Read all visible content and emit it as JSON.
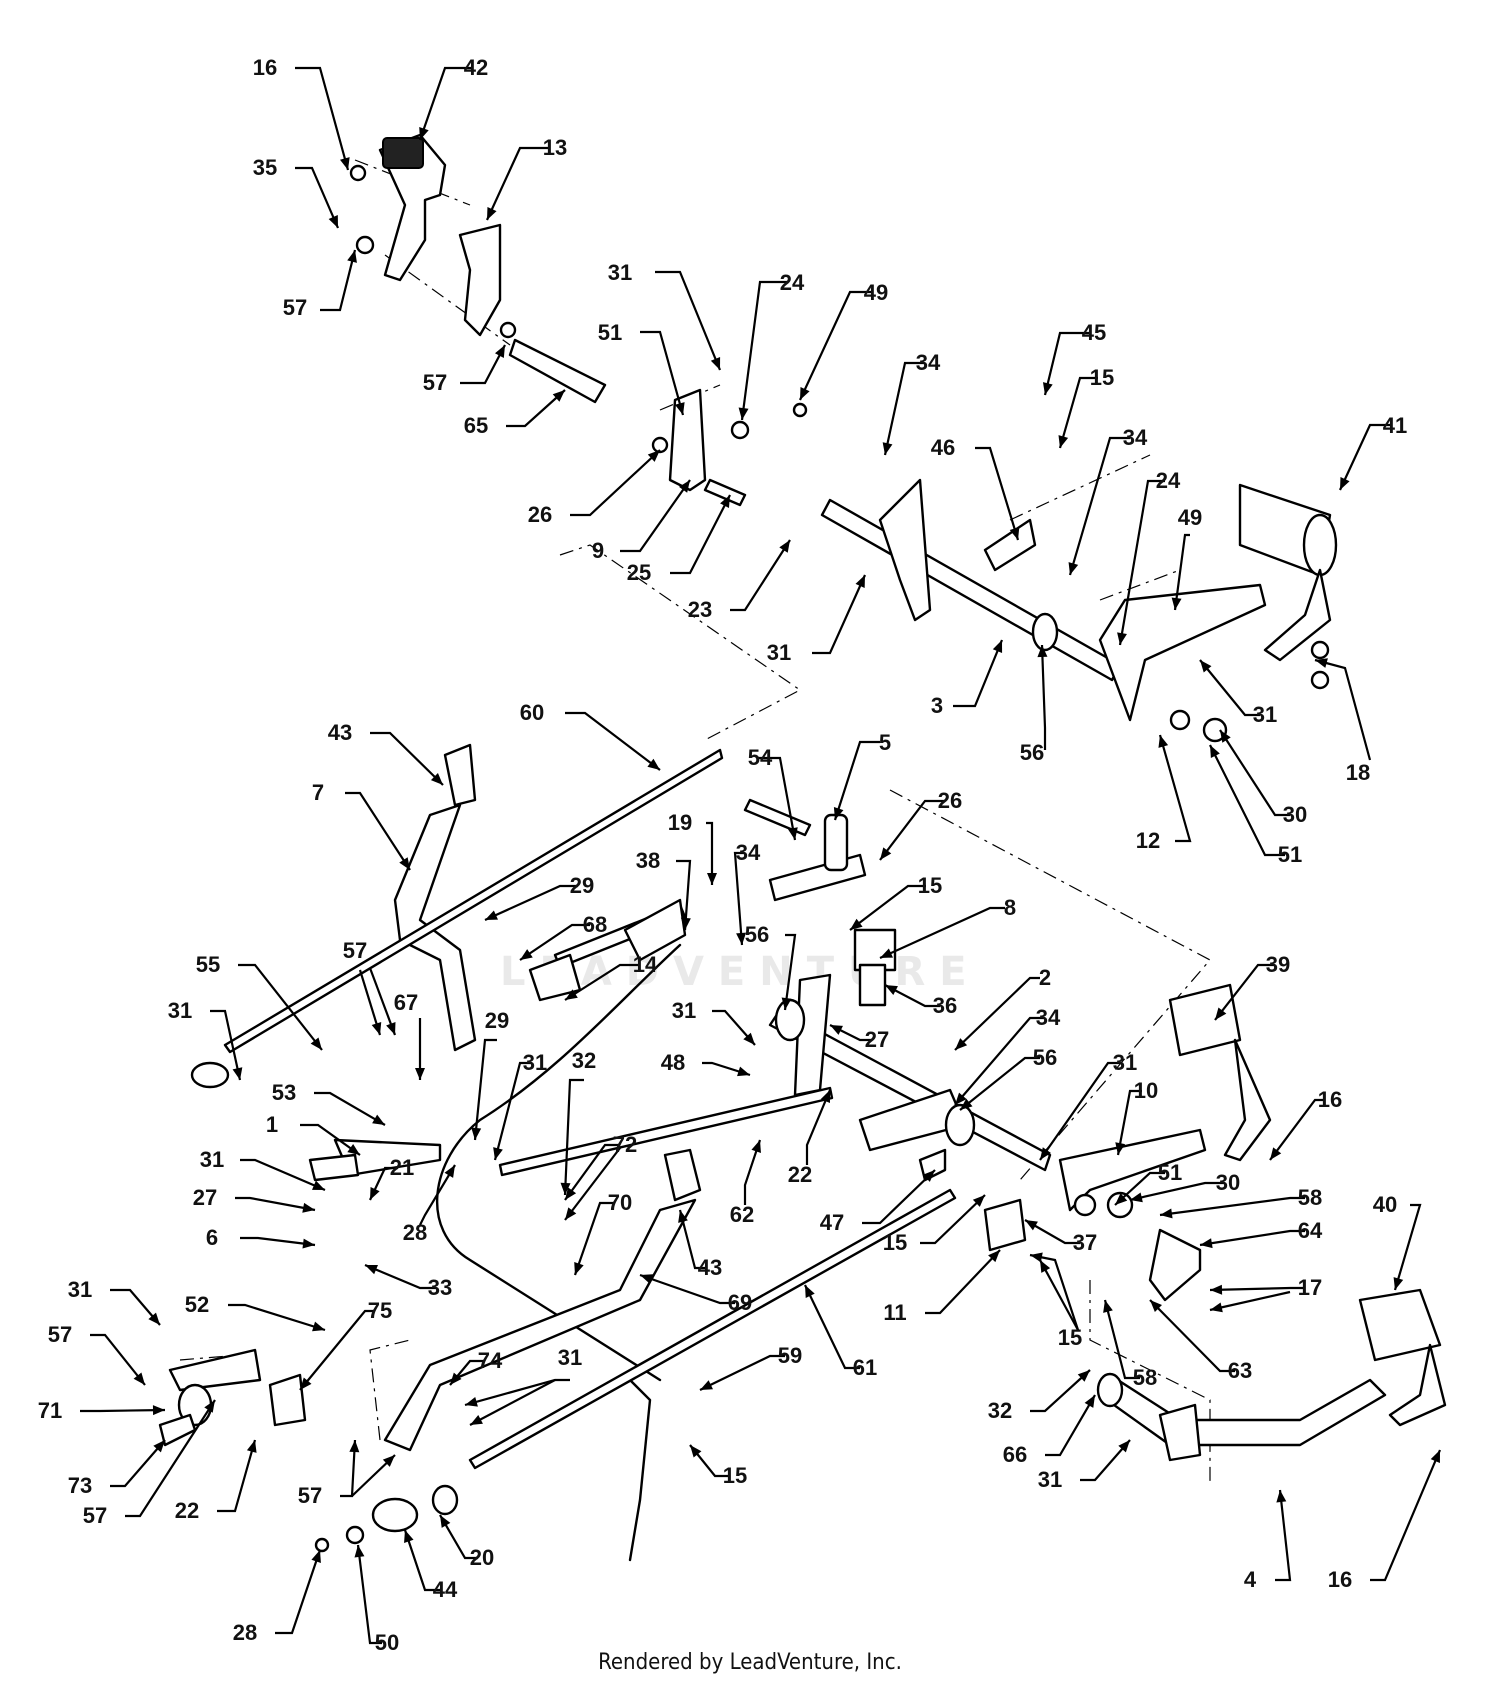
{
  "diagram": {
    "watermark_text": "LEADVENTURE",
    "footer_text": "Rendered by LeadVenture, Inc.",
    "callouts": [
      {
        "id": "c1",
        "label": "16"
      },
      {
        "id": "c2",
        "label": "42"
      },
      {
        "id": "c3",
        "label": "35"
      },
      {
        "id": "c4",
        "label": "13"
      },
      {
        "id": "c5",
        "label": "57"
      },
      {
        "id": "c6",
        "label": "31"
      },
      {
        "id": "c7",
        "label": "24"
      },
      {
        "id": "c8",
        "label": "49"
      },
      {
        "id": "c9",
        "label": "51"
      },
      {
        "id": "c10",
        "label": "57"
      },
      {
        "id": "c11",
        "label": "45"
      },
      {
        "id": "c12",
        "label": "34"
      },
      {
        "id": "c13",
        "label": "15"
      },
      {
        "id": "c14",
        "label": "65"
      },
      {
        "id": "c15",
        "label": "41"
      },
      {
        "id": "c16",
        "label": "46"
      },
      {
        "id": "c17",
        "label": "34"
      },
      {
        "id": "c18",
        "label": "26"
      },
      {
        "id": "c19",
        "label": "24"
      },
      {
        "id": "c20",
        "label": "49"
      },
      {
        "id": "c21",
        "label": "9"
      },
      {
        "id": "c22",
        "label": "25"
      },
      {
        "id": "c23",
        "label": "23"
      },
      {
        "id": "c24",
        "label": "31"
      },
      {
        "id": "c25",
        "label": "31"
      },
      {
        "id": "c26",
        "label": "18"
      },
      {
        "id": "c27",
        "label": "3"
      },
      {
        "id": "c28",
        "label": "56"
      },
      {
        "id": "c29",
        "label": "60"
      },
      {
        "id": "c30",
        "label": "43"
      },
      {
        "id": "c31",
        "label": "54"
      },
      {
        "id": "c32",
        "label": "5"
      },
      {
        "id": "c33",
        "label": "30"
      },
      {
        "id": "c34",
        "label": "7"
      },
      {
        "id": "c35",
        "label": "12"
      },
      {
        "id": "c36",
        "label": "51"
      },
      {
        "id": "c37",
        "label": "26"
      },
      {
        "id": "c38",
        "label": "19"
      },
      {
        "id": "c39",
        "label": "38"
      },
      {
        "id": "c40",
        "label": "34"
      },
      {
        "id": "c41",
        "label": "29"
      },
      {
        "id": "c42",
        "label": "15"
      },
      {
        "id": "c43",
        "label": "8"
      },
      {
        "id": "c44",
        "label": "68"
      },
      {
        "id": "c45",
        "label": "56"
      },
      {
        "id": "c46",
        "label": "57"
      },
      {
        "id": "c47",
        "label": "14"
      },
      {
        "id": "c48",
        "label": "55"
      },
      {
        "id": "c49",
        "label": "36"
      },
      {
        "id": "c50",
        "label": "2"
      },
      {
        "id": "c51",
        "label": "39"
      },
      {
        "id": "c52",
        "label": "31"
      },
      {
        "id": "c53",
        "label": "67"
      },
      {
        "id": "c54",
        "label": "31"
      },
      {
        "id": "c55",
        "label": "27"
      },
      {
        "id": "c56",
        "label": "34"
      },
      {
        "id": "c57",
        "label": "29"
      },
      {
        "id": "c58",
        "label": "48"
      },
      {
        "id": "c59",
        "label": "56"
      },
      {
        "id": "c60",
        "label": "31"
      },
      {
        "id": "c61",
        "label": "53"
      },
      {
        "id": "c62",
        "label": "31"
      },
      {
        "id": "c63",
        "label": "32"
      },
      {
        "id": "c64",
        "label": "10"
      },
      {
        "id": "c65",
        "label": "16"
      },
      {
        "id": "c66",
        "label": "1"
      },
      {
        "id": "c67",
        "label": "72"
      },
      {
        "id": "c68",
        "label": "22"
      },
      {
        "id": "c69",
        "label": "62"
      },
      {
        "id": "c70",
        "label": "31"
      },
      {
        "id": "c71",
        "label": "21"
      },
      {
        "id": "c72",
        "label": "51"
      },
      {
        "id": "c73",
        "label": "30"
      },
      {
        "id": "c74",
        "label": "58"
      },
      {
        "id": "c75",
        "label": "27"
      },
      {
        "id": "c76",
        "label": "70"
      },
      {
        "id": "c77",
        "label": "28"
      },
      {
        "id": "c78",
        "label": "47"
      },
      {
        "id": "c79",
        "label": "64"
      },
      {
        "id": "c80",
        "label": "40"
      },
      {
        "id": "c81",
        "label": "6"
      },
      {
        "id": "c82",
        "label": "43"
      },
      {
        "id": "c83",
        "label": "15"
      },
      {
        "id": "c84",
        "label": "37"
      },
      {
        "id": "c85",
        "label": "33"
      },
      {
        "id": "c86",
        "label": "69"
      },
      {
        "id": "c87",
        "label": "11"
      },
      {
        "id": "c88",
        "label": "17"
      },
      {
        "id": "c89",
        "label": "52"
      },
      {
        "id": "c90",
        "label": "31"
      },
      {
        "id": "c91",
        "label": "75"
      },
      {
        "id": "c92",
        "label": "57"
      },
      {
        "id": "c93",
        "label": "61"
      },
      {
        "id": "c94",
        "label": "63"
      },
      {
        "id": "c95",
        "label": "15"
      },
      {
        "id": "c96",
        "label": "74"
      },
      {
        "id": "c97",
        "label": "71"
      },
      {
        "id": "c98",
        "label": "31"
      },
      {
        "id": "c99",
        "label": "59"
      },
      {
        "id": "c100",
        "label": "58"
      },
      {
        "id": "c101",
        "label": "32"
      },
      {
        "id": "c102",
        "label": "73"
      },
      {
        "id": "c103",
        "label": "57"
      },
      {
        "id": "c104",
        "label": "15"
      },
      {
        "id": "c105",
        "label": "66"
      },
      {
        "id": "c106",
        "label": "57"
      },
      {
        "id": "c107",
        "label": "22"
      },
      {
        "id": "c108",
        "label": "31"
      },
      {
        "id": "c109",
        "label": "20"
      },
      {
        "id": "c110",
        "label": "4"
      },
      {
        "id": "c111",
        "label": "16"
      },
      {
        "id": "c112",
        "label": "44"
      },
      {
        "id": "c113",
        "label": "28"
      },
      {
        "id": "c114",
        "label": "50"
      }
    ]
  }
}
